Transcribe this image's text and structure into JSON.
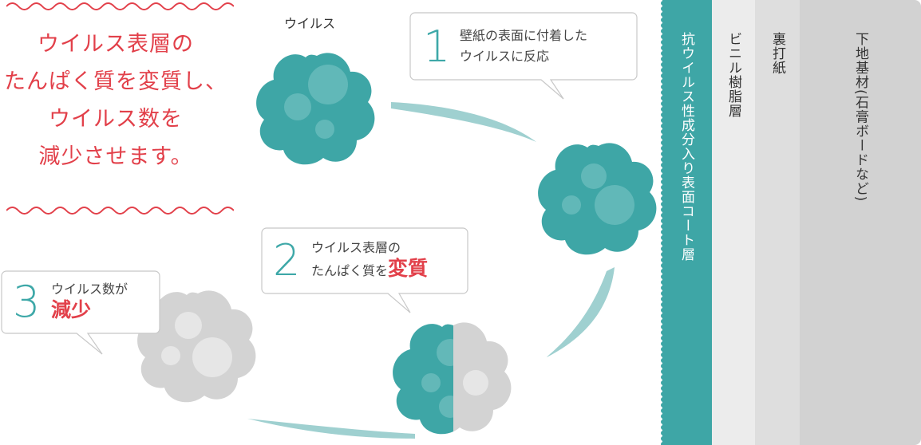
{
  "headline": {
    "lines": [
      "ウイルス表層の",
      "たんぱく質を変質し、",
      "ウイルス数を",
      "減少させます。"
    ]
  },
  "virus_label": "ウイルス",
  "steps": [
    {
      "number": "1",
      "lines": [
        "壁紙の表面に付着した",
        "ウイルスに反応"
      ]
    },
    {
      "number": "2",
      "lines": [
        "ウイルス表層の",
        "たんぱく質を"
      ],
      "accent": "変質"
    },
    {
      "number": "3",
      "line": "ウイルス数が",
      "accent": "減少"
    }
  ],
  "wall_layers": [
    {
      "label": "抗ウイルス性成分入り表面コート層",
      "color": "#3ea6a6",
      "text_color": "#ffffff"
    },
    {
      "label": "ビニル樹脂層",
      "color": "#ececec",
      "text_color": "#333333"
    },
    {
      "label": "裏打紙",
      "color": "#dedede",
      "text_color": "#333333"
    },
    {
      "label": "下地基材(石膏ボードなど)",
      "color": "#d2d2d2",
      "text_color": "#333333"
    }
  ],
  "colors": {
    "accent": "#e2404a",
    "teal": "#3ea6a6",
    "gray_virus": "#d3d3d3",
    "arrow": "#9fd0d0"
  }
}
